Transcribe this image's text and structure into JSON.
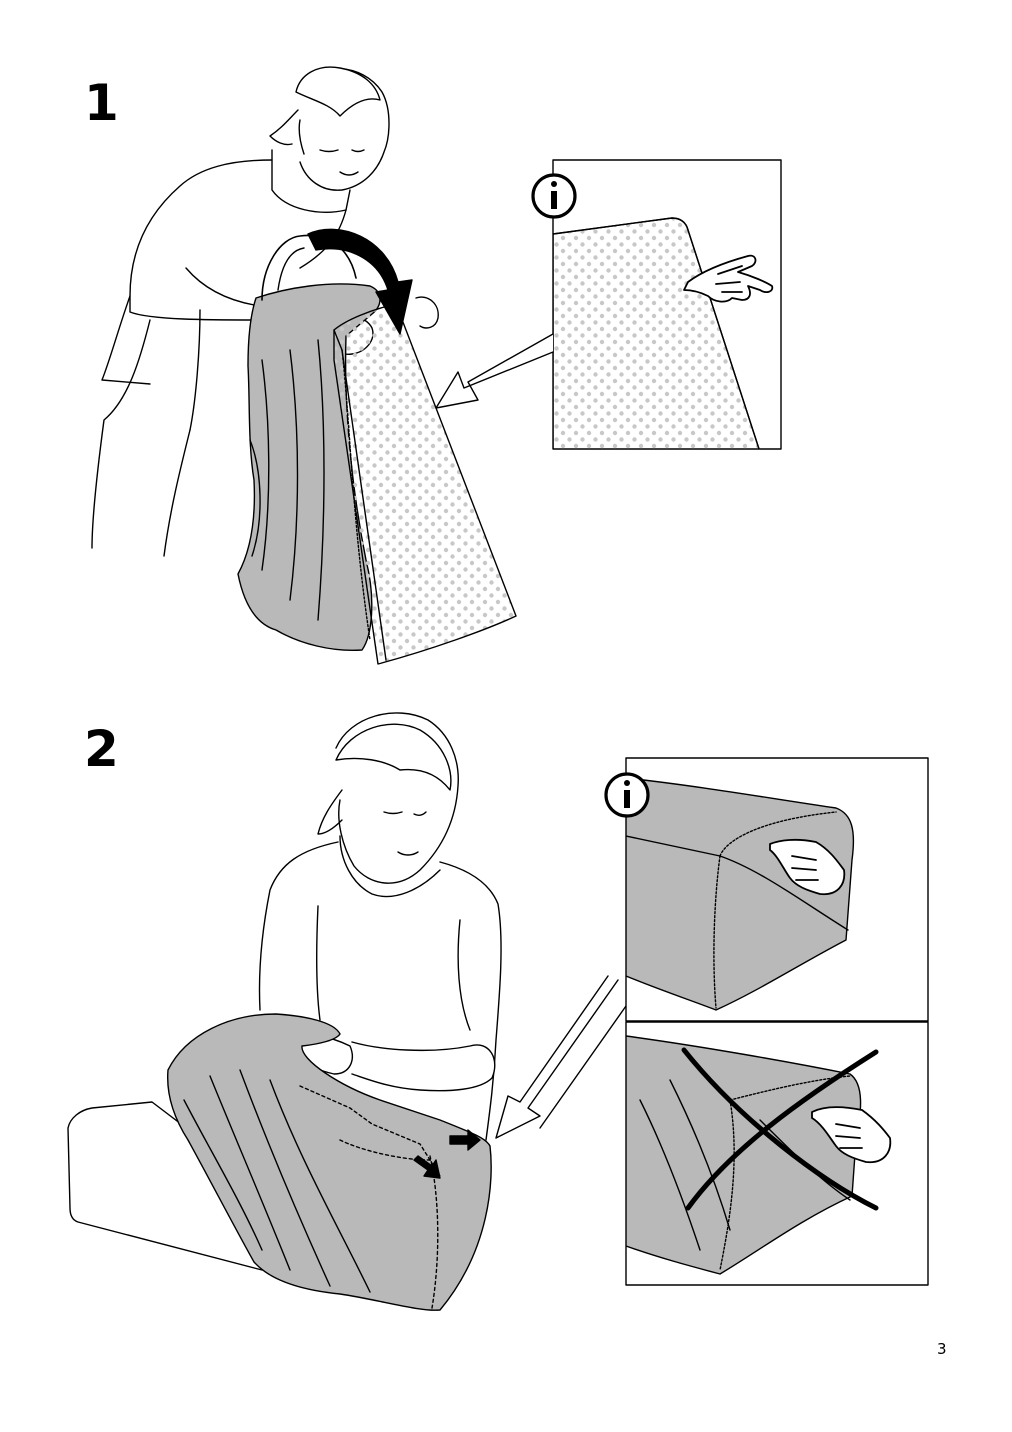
{
  "page": {
    "page_number": "3"
  },
  "steps": [
    {
      "number": "1",
      "info_icon": "info-icon",
      "pointing_icon": "pointing-hand-icon",
      "arrow_icon": "rotate-arrow-icon",
      "colors": {
        "cover": "#b9b9b9",
        "foam_dot": "#c8c8c8",
        "line": "#000000"
      }
    },
    {
      "number": "2",
      "info_icon": "info-icon",
      "pointing_icon": "pointing-hand-icon",
      "wrong_icon": "cross-out-icon",
      "colors": {
        "cover": "#b9b9b9",
        "line": "#000000"
      }
    }
  ]
}
